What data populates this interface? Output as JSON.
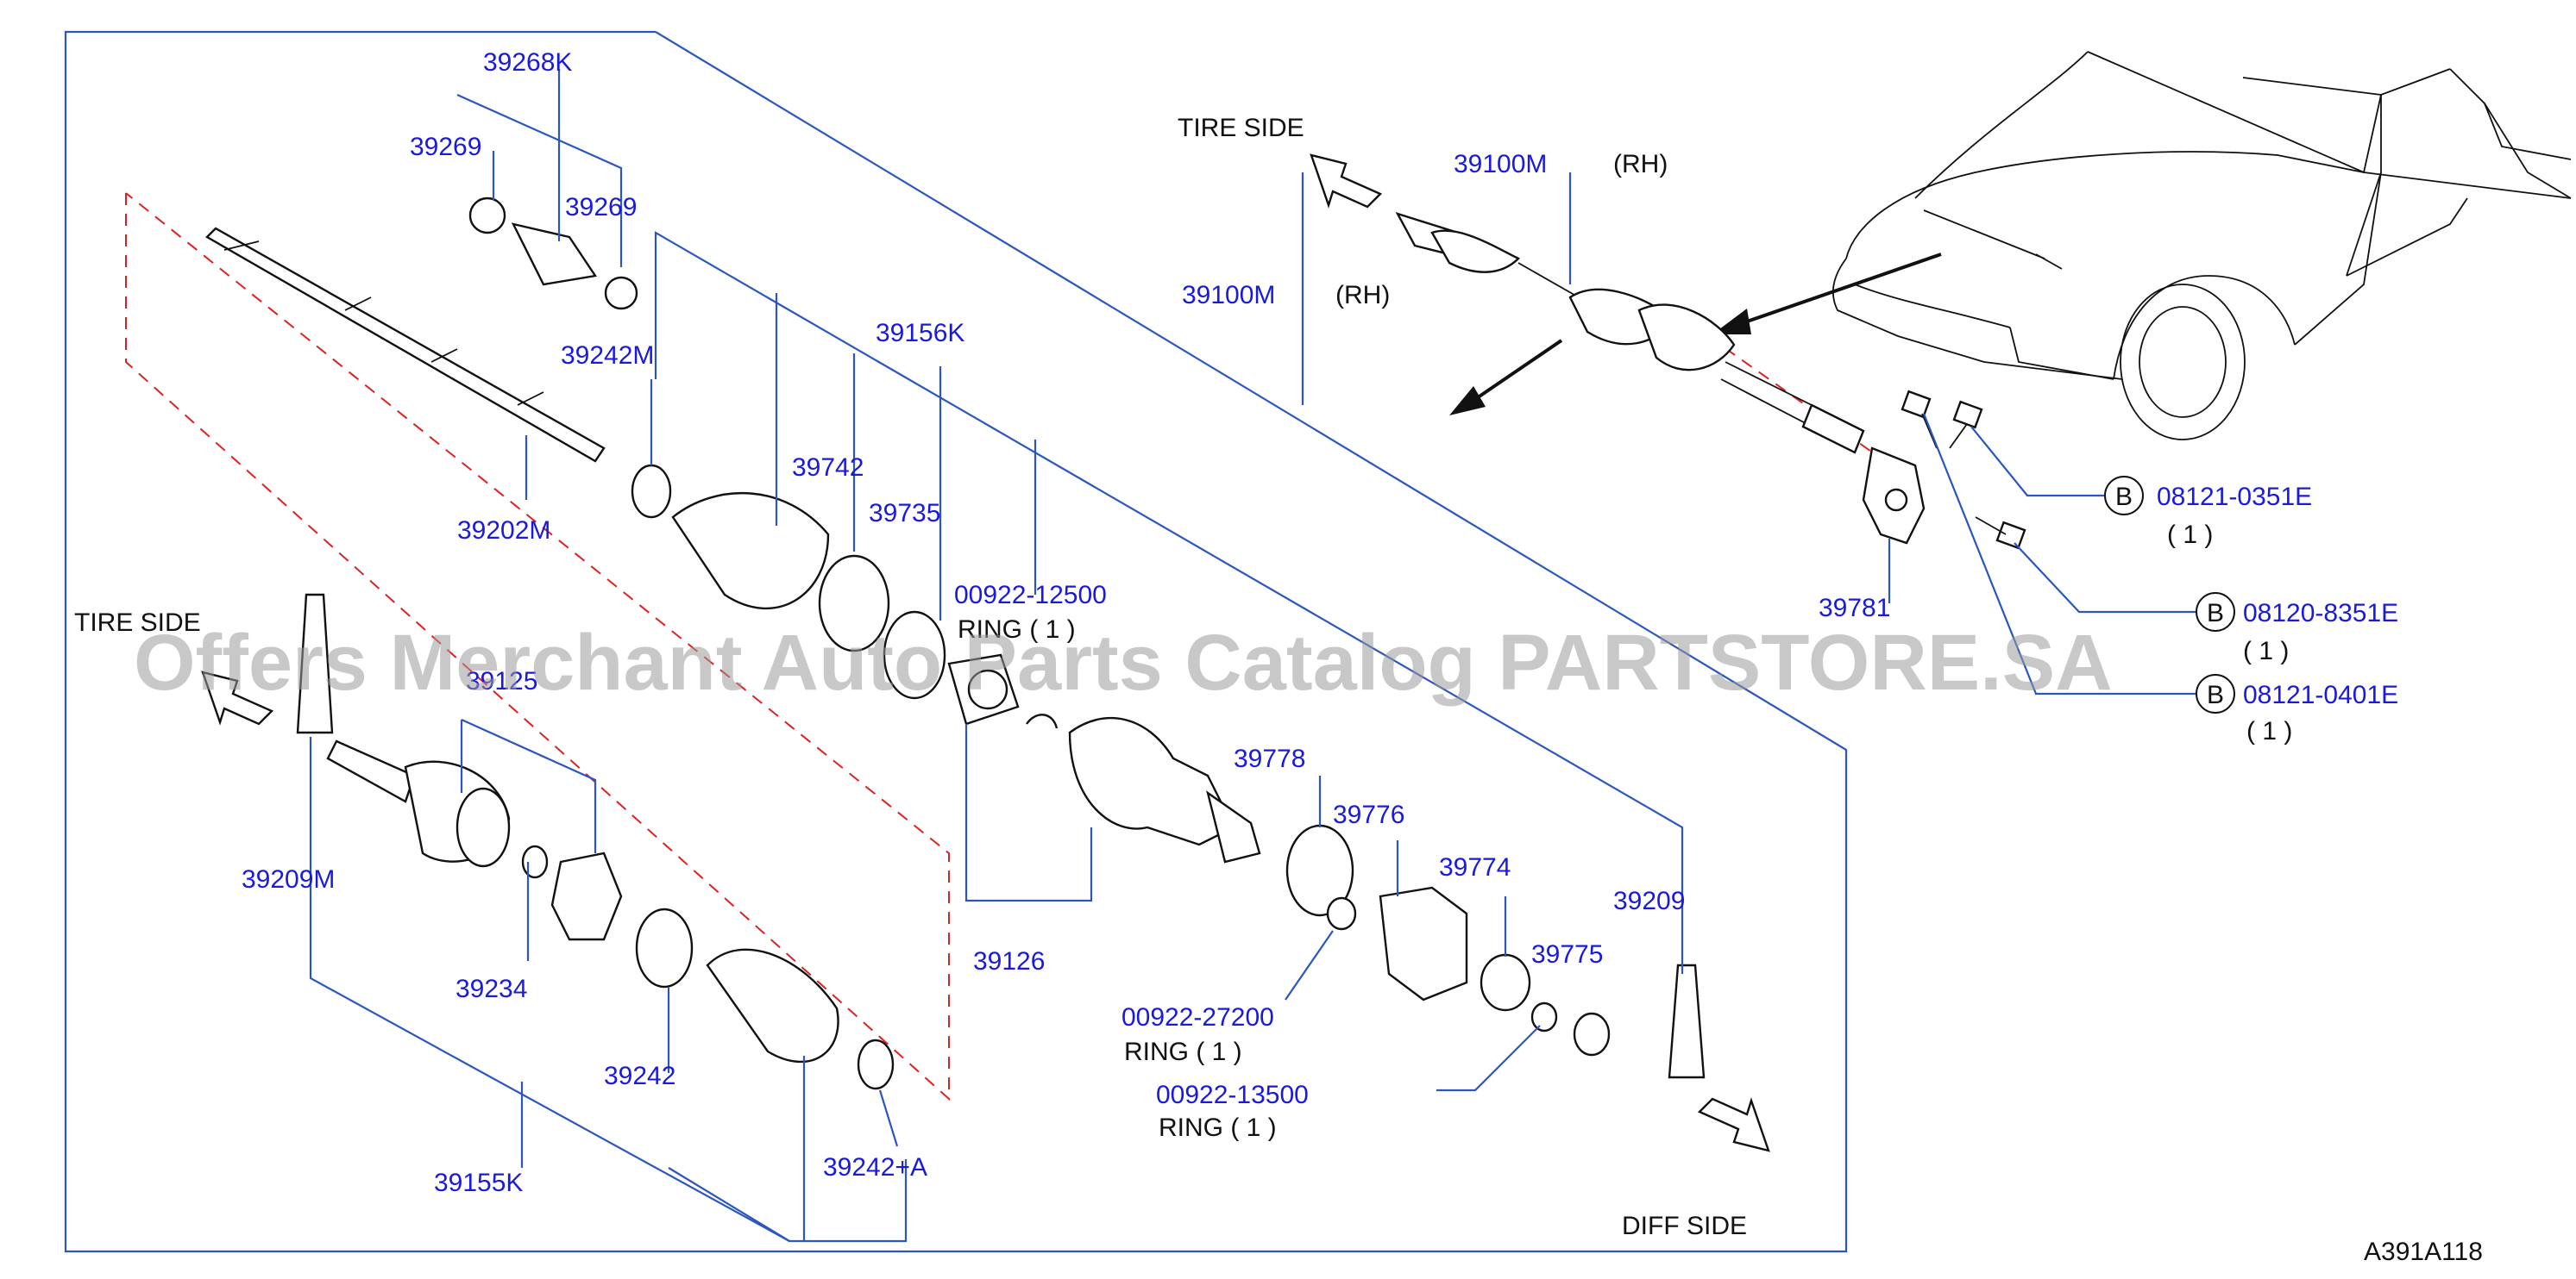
{
  "diagram_code": "A391A118",
  "watermark": "Offers Merchant Auto Parts Catalog PARTSTORE.SA",
  "direction_labels": {
    "tire_side_top": "TIRE   SIDE",
    "tire_side_left": "TIRE   SIDE",
    "diff_side": "DIFF   SIDE"
  },
  "parts": {
    "p39268K": "39268K",
    "p39269_left": "39269",
    "p39269_right": "39269",
    "p39242M": "39242M",
    "p39156K": "39156K",
    "p39742": "39742",
    "p39735": "39735",
    "p00922_12500": "00922-12500",
    "p00922_12500_qty": "RING  (  1  )",
    "p39202M": "39202M",
    "p39100M_main": "39100M",
    "p39100M_main_side": "(RH)",
    "p39100M_top": "39100M",
    "p39100M_top_side": "(RH)",
    "p39125": "39125",
    "p39209M": "39209M",
    "p39234": "39234",
    "p39242": "39242",
    "p39155K": "39155K",
    "p39242A": "39242+A",
    "p39126": "39126",
    "p39778": "39778",
    "p39776": "39776",
    "p39774": "39774",
    "p39775": "39775",
    "p39209": "39209",
    "p00922_27200": "00922-27200",
    "p00922_27200_qty": "RING   (   1   )",
    "p00922_13500": "00922-13500",
    "p00922_13500_qty": "RING   (   1   )",
    "p39781": "39781"
  },
  "bolts": [
    {
      "badge": "B",
      "part": "08121-0351E",
      "qty": "(  1   )"
    },
    {
      "badge": "B",
      "part": "08120-8351E",
      "qty": "(  1   )"
    },
    {
      "badge": "B",
      "part": "08121-0401E",
      "qty": "(  1   )"
    }
  ]
}
